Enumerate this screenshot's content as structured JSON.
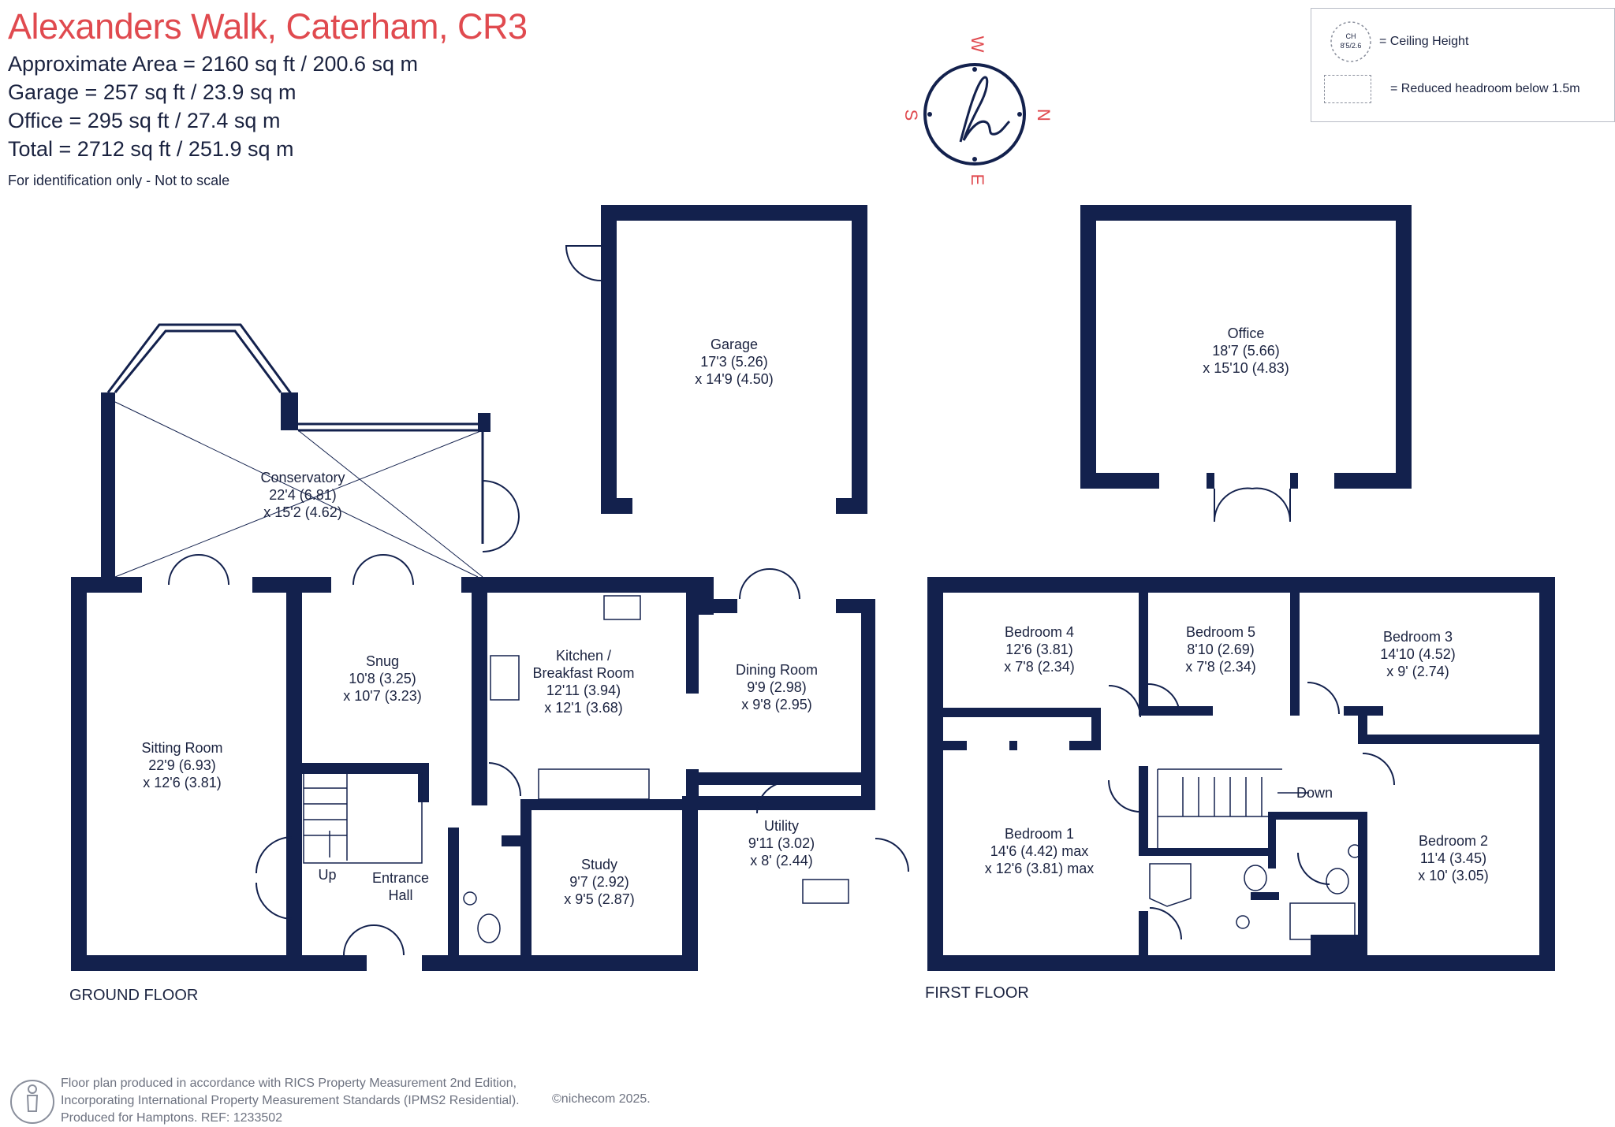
{
  "header": {
    "title": "Alexanders Walk, Caterham, CR3",
    "areas": [
      "Approximate Area = 2160  sq ft / 200.6  sq m",
      "Garage = 257 sq ft / 23.9  sq m",
      "Office = 295 sq ft / 27.4  sq m",
      "Total = 2712 sq ft / 251.9 sq m"
    ],
    "note": "For identification only - Not to scale"
  },
  "compass": {
    "top": "W",
    "right": "N",
    "bottom": "E",
    "left": "S",
    "logo": "h"
  },
  "legend": {
    "ch_symbol_line1": "CH",
    "ch_symbol_line2": "8'5/2.6",
    "ceiling_height": "= Ceiling Height",
    "reduced_headroom": "= Reduced headroom below 1.5m"
  },
  "rooms": {
    "garage": [
      "Garage",
      "17'3 (5.26)",
      "x 14'9 (4.50)"
    ],
    "office": [
      "Office",
      "18'7 (5.66)",
      "x 15'10 (4.83)"
    ],
    "conservatory": [
      "Conservatory",
      "22'4 (6.81)",
      "x 15'2 (4.62)"
    ],
    "snug": [
      "Snug",
      "10'8 (3.25)",
      "x 10'7 (3.23)"
    ],
    "kitchen": [
      "Kitchen /",
      "Breakfast Room",
      "12'11 (3.94)",
      "x 12'1 (3.68)"
    ],
    "dining": [
      "Dining Room",
      "9'9 (2.98)",
      "x 9'8 (2.95)"
    ],
    "sitting": [
      "Sitting Room",
      "22'9 (6.93)",
      "x 12'6 (3.81)"
    ],
    "entrance": [
      "Entrance",
      "Hall"
    ],
    "study": [
      "Study",
      "9'7 (2.92)",
      "x 9'5 (2.87)"
    ],
    "utility": [
      "Utility",
      "9'11 (3.02)",
      "x 8' (2.44)"
    ],
    "bedroom4": [
      "Bedroom 4",
      "12'6 (3.81)",
      "x 7'8 (2.34)"
    ],
    "bedroom5": [
      "Bedroom 5",
      "8'10 (2.69)",
      "x 7'8 (2.34)"
    ],
    "bedroom3": [
      "Bedroom 3",
      "14'10 (4.52)",
      "x 9' (2.74)"
    ],
    "bedroom1": [
      "Bedroom 1",
      "14'6 (4.42) max",
      "x 12'6 (3.81) max"
    ],
    "bedroom2": [
      "Bedroom 2",
      "11'4 (3.45)",
      "x 10' (3.05)"
    ]
  },
  "stairs": {
    "up": "Up",
    "down": "Down"
  },
  "floors": {
    "ground": "GROUND FLOOR",
    "first": "FIRST FLOOR"
  },
  "footer": {
    "lines": [
      "Floor plan produced in accordance with RICS Property Measurement 2nd Edition,",
      "Incorporating International Property Measurement Standards (IPMS2 Residential).",
      "Produced for Hamptons.   REF:  1233502"
    ],
    "copyright": "©nichecom 2025."
  },
  "colors": {
    "wall": "#13214d",
    "title": "#e04a4f",
    "compass_letters": "#e04a4f"
  }
}
